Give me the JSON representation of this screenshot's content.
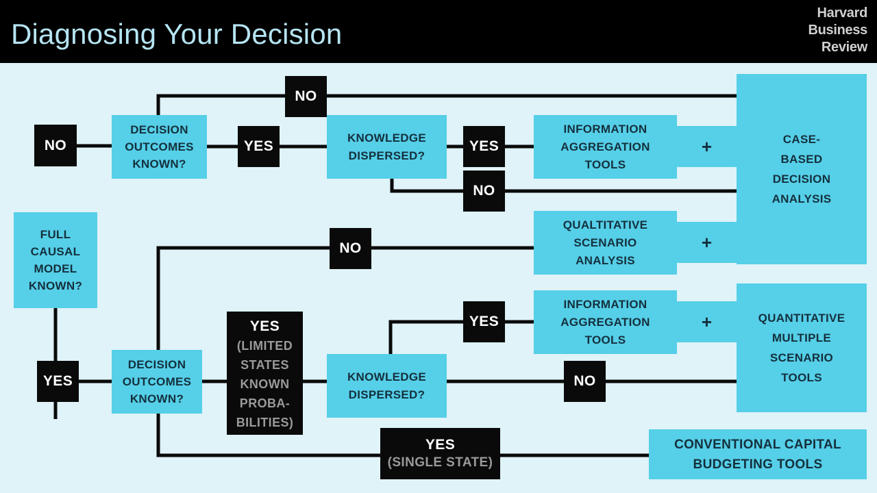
{
  "header": {
    "title": "Diagnosing Your Decision",
    "logo": {
      "line1": "Harvard",
      "line2": "Business",
      "line3": "Review"
    }
  },
  "colors": {
    "background": "#dff3f8",
    "accent_blue": "#56cfe8",
    "header_bg": "#000000",
    "title_text": "#b5e4f2",
    "blue_box_text": "#14303d",
    "black_box": "#0a0a0a",
    "black_box_text": "#ffffff",
    "sub_text": "#9a9a9a",
    "wire": "#0a0a0a"
  },
  "chart_data": {
    "type": "diagram",
    "title": "Diagnosing Your Decision",
    "diagram_kind": "decision-flowchart",
    "nodes": [
      {
        "id": "full-causal-model",
        "label": "FULL CAUSAL MODEL KNOWN?",
        "kind": "question",
        "style": "blue"
      },
      {
        "id": "decision-outcomes-top",
        "label": "DECISION OUTCOMES KNOWN?",
        "kind": "question",
        "style": "blue"
      },
      {
        "id": "knowledge-dispersed-top",
        "label": "KNOWLEDGE DISPERSED?",
        "kind": "question",
        "style": "blue"
      },
      {
        "id": "decision-outcomes-bottom",
        "label": "DECISION OUTCOMES KNOWN?",
        "kind": "question",
        "style": "blue"
      },
      {
        "id": "knowledge-dispersed-bottom",
        "label": "KNOWLEDGE DISPERSED?",
        "kind": "question",
        "style": "blue"
      },
      {
        "id": "info-aggregation-top",
        "label": "INFORMATION AGGREGATION TOOLS",
        "kind": "tool",
        "style": "blue"
      },
      {
        "id": "qualitative-scenario",
        "label": "QUALTITATIVE SCENARIO ANALYSIS",
        "kind": "tool",
        "style": "blue"
      },
      {
        "id": "info-aggregation-bottom",
        "label": "INFORMATION AGGREGATION TOOLS",
        "kind": "tool",
        "style": "blue"
      },
      {
        "id": "case-based",
        "label": "CASE-BASED DECISION ANALYSIS",
        "kind": "outcome",
        "style": "blue"
      },
      {
        "id": "quantitative-multiple",
        "label": "QUANTITATIVE MULTIPLE SCENARIO TOOLS",
        "kind": "outcome",
        "style": "blue"
      },
      {
        "id": "conventional-capital",
        "label": "CONVENTIONAL CAPITAL BUDGETING TOOLS",
        "kind": "outcome",
        "style": "blue"
      }
    ],
    "edges": [
      {
        "from": "full-causal-model",
        "to": "decision-outcomes-top",
        "label": "NO"
      },
      {
        "from": "full-causal-model",
        "to": "decision-outcomes-bottom",
        "label": "YES"
      },
      {
        "from": "decision-outcomes-top",
        "to": "case-based",
        "label": "NO"
      },
      {
        "from": "decision-outcomes-top",
        "to": "knowledge-dispersed-top",
        "label": "YES"
      },
      {
        "from": "knowledge-dispersed-top",
        "to": "info-aggregation-top",
        "label": "YES"
      },
      {
        "from": "knowledge-dispersed-top",
        "to": "case-based",
        "label": "NO"
      },
      {
        "from": "decision-outcomes-bottom",
        "to": "qualitative-scenario",
        "label": "NO"
      },
      {
        "from": "decision-outcomes-bottom",
        "to": "knowledge-dispersed-bottom",
        "label": "YES (LIMITED STATES KNOWN PROBABILITIES)"
      },
      {
        "from": "decision-outcomes-bottom",
        "to": "conventional-capital",
        "label": "YES (SINGLE STATE)"
      },
      {
        "from": "knowledge-dispersed-bottom",
        "to": "info-aggregation-bottom",
        "label": "YES"
      },
      {
        "from": "knowledge-dispersed-bottom",
        "to": "quantitative-multiple",
        "label": "NO"
      },
      {
        "from": "info-aggregation-top",
        "to": "case-based",
        "label": "+"
      },
      {
        "from": "qualitative-scenario",
        "to": "case-based",
        "label": "+"
      },
      {
        "from": "info-aggregation-bottom",
        "to": "quantitative-multiple",
        "label": "+"
      }
    ]
  },
  "nodes": {
    "full_causal_model": {
      "l1": "FULL",
      "l2": "CAUSAL",
      "l3": "MODEL",
      "l4": "KNOWN?"
    },
    "decision_outcomes_top": {
      "l1": "DECISION",
      "l2": "OUTCOMES",
      "l3": "KNOWN?"
    },
    "knowledge_dispersed_top": {
      "l1": "KNOWLEDGE",
      "l2": "DISPERSED?"
    },
    "decision_outcomes_bottom": {
      "l1": "DECISION",
      "l2": "OUTCOMES",
      "l3": "KNOWN?"
    },
    "knowledge_dispersed_bottom": {
      "l1": "KNOWLEDGE",
      "l2": "DISPERSED?"
    },
    "info_aggregation_top": {
      "l1": "INFORMATION",
      "l2": "AGGREGATION",
      "l3": "TOOLS"
    },
    "info_aggregation_bottom": {
      "l1": "INFORMATION",
      "l2": "AGGREGATION",
      "l3": "TOOLS"
    },
    "qualitative_scenario": {
      "l1": "QUALTITATIVE",
      "l2": "SCENARIO",
      "l3": "ANALYSIS"
    },
    "case_based": {
      "l1": "CASE-",
      "l2": "BASED",
      "l3": "DECISION",
      "l4": "ANALYSIS"
    },
    "quantitative_multiple": {
      "l1": "QUANTITATIVE",
      "l2": "MULTIPLE",
      "l3": "SCENARIO",
      "l4": "TOOLS"
    },
    "conventional_capital": {
      "l1": "CONVENTIONAL CAPITAL",
      "l2": "BUDGETING TOOLS"
    }
  },
  "labels": {
    "no_top_branch": "NO",
    "no_root": "NO",
    "yes_top_dispersed": "YES",
    "yes_top_knowledge": "YES",
    "no_top_knowledge": "NO",
    "no_middle": "NO",
    "yes_root": "YES",
    "yes_limited": {
      "main": "YES",
      "s1": "(LIMITED",
      "s2": "STATES",
      "s3": "KNOWN",
      "s4": "PROBA-",
      "s5": "BILITIES)"
    },
    "yes_bottom_knowledge": "YES",
    "no_bottom_knowledge": "NO",
    "yes_single_state": {
      "main": "YES",
      "s1": "(SINGLE STATE)"
    },
    "plus_top": "+",
    "plus_middle": "+",
    "plus_bottom": "+"
  }
}
